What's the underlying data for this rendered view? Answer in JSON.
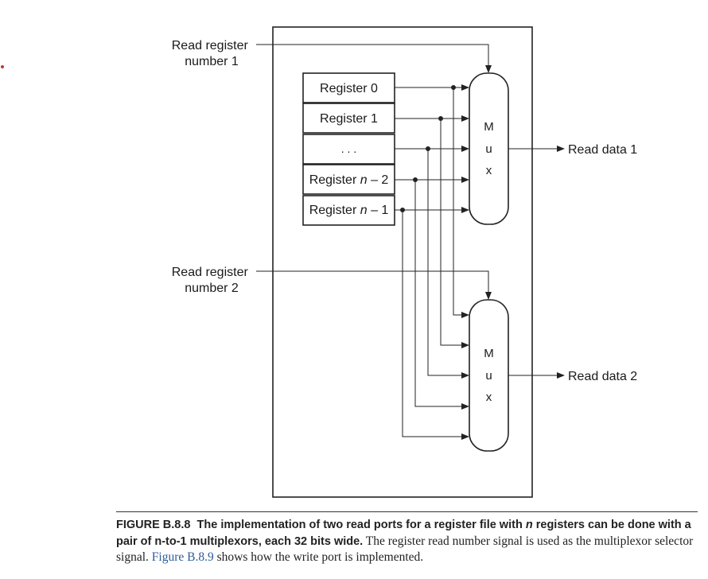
{
  "diagram": {
    "inputs": {
      "read_reg_1": [
        "Read register",
        "number 1"
      ],
      "read_reg_2": [
        "Read register",
        "number 2"
      ]
    },
    "registers": [
      {
        "label": "Register 0"
      },
      {
        "label": "Register 1"
      },
      {
        "label": ". . ."
      },
      {
        "label_prefix": "Register ",
        "label_var": "n",
        "label_suffix": " – 2"
      },
      {
        "label_prefix": "Register ",
        "label_var": "n",
        "label_suffix": " – 1"
      }
    ],
    "mux_letters": [
      "M",
      "u",
      "x"
    ],
    "outputs": {
      "read_data_1": "Read data 1",
      "read_data_2": "Read data 2"
    }
  },
  "caption": {
    "figure_label": "FIGURE B.8.8",
    "title_part1": "The implementation of two read ports for a register file with ",
    "title_var": "n",
    "title_part2": " registers can be done with a pair of n-to-1 multiplexors, each 32 bits wide.",
    "body_part1": " The register read number signal is used as the multiplexor selector signal. ",
    "link_text": "Figure B.8.9",
    "body_part2": " shows how the write port is implemented."
  }
}
